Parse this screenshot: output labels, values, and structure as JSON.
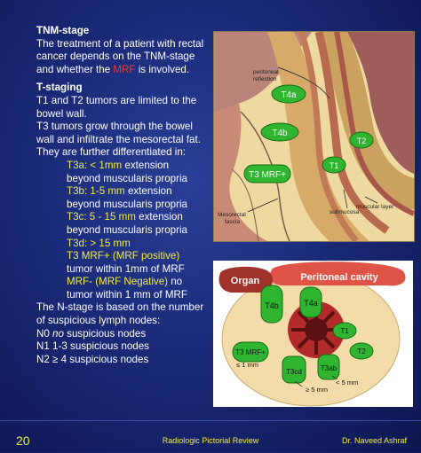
{
  "text": {
    "heading1": "TNM-stage",
    "intro_pre": "The treatment of a patient with rectal cancer depends on the TNM-stage and whether the ",
    "intro_mrf": "MRF",
    "intro_post": " is involved.",
    "heading2": "T-staging",
    "t1t2": "T1 and T2 tumors are limited to the bowel wall.",
    "t3": "T3 tumors grow through the bowel wall and infiltrate the mesorectal fat.",
    "differentiated": "They are further differentiated in:",
    "sub": [
      {
        "key": "T3a: < 1mm",
        "rest": " extension",
        "line2": "beyond muscularis propria"
      },
      {
        "key": "T3b: 1-5 mm",
        "rest": " extension",
        "line2": "beyond muscularis propria"
      },
      {
        "key": "T3c: 5 - 15 mm",
        "rest": " extension",
        "line2": "beyond muscularis propria"
      },
      {
        "key": "T3d: > 15 mm",
        "rest": "",
        "line2": ""
      },
      {
        "key": "T3 MRF+ (MRF positive)",
        "rest": "",
        "line2": "tumor within 1mm of MRF"
      },
      {
        "key": "MRF- (MRF Negative)",
        "rest": " no",
        "line2": "tumor within 1 mm of MRF"
      }
    ],
    "nstage": "The N-stage is based on the number of suspicious lymph nodes:",
    "n0_pre": "N0 ",
    "n0_em": "no",
    "n0_post": " suspicious nodes",
    "n1": "N1 1-3 suspicious nodes",
    "n2": "N2 ≥ 4 suspicious nodes"
  },
  "figure1": {
    "labels": {
      "peritoneal": "peritoneal",
      "reflection": "reflection",
      "t4a": "T4a",
      "t4b": "T4b",
      "t2": "T2",
      "t1": "T1",
      "t3mrf": "T3 MRF+",
      "muscular": "muscular layer",
      "submucosa": "submucosa",
      "mesorectal": "Mesorectal",
      "fascia": "fascia"
    }
  },
  "figure2": {
    "labels": {
      "organ": "Organ",
      "peritoneal_cavity": "Peritoneal cavity",
      "t4b": "T4b",
      "t4a": "T4a",
      "t1": "T1",
      "t2": "T2",
      "t3mrf": "T3 MRF+",
      "le1": "≤ 1 mm",
      "t3cd": "T3cd",
      "t3ab": "T3ab",
      "ge5": "≥ 5 mm",
      "lt5": "< 5 mm"
    }
  },
  "footer": {
    "page": "20",
    "center": "Radiologic Pictorial Review",
    "author": "Dr. Naveed Ashraf"
  },
  "colors": {
    "accent_yellow": "#f1ec48",
    "mrf_red": "#e23b3b",
    "stage_green": "#2fb52f"
  }
}
